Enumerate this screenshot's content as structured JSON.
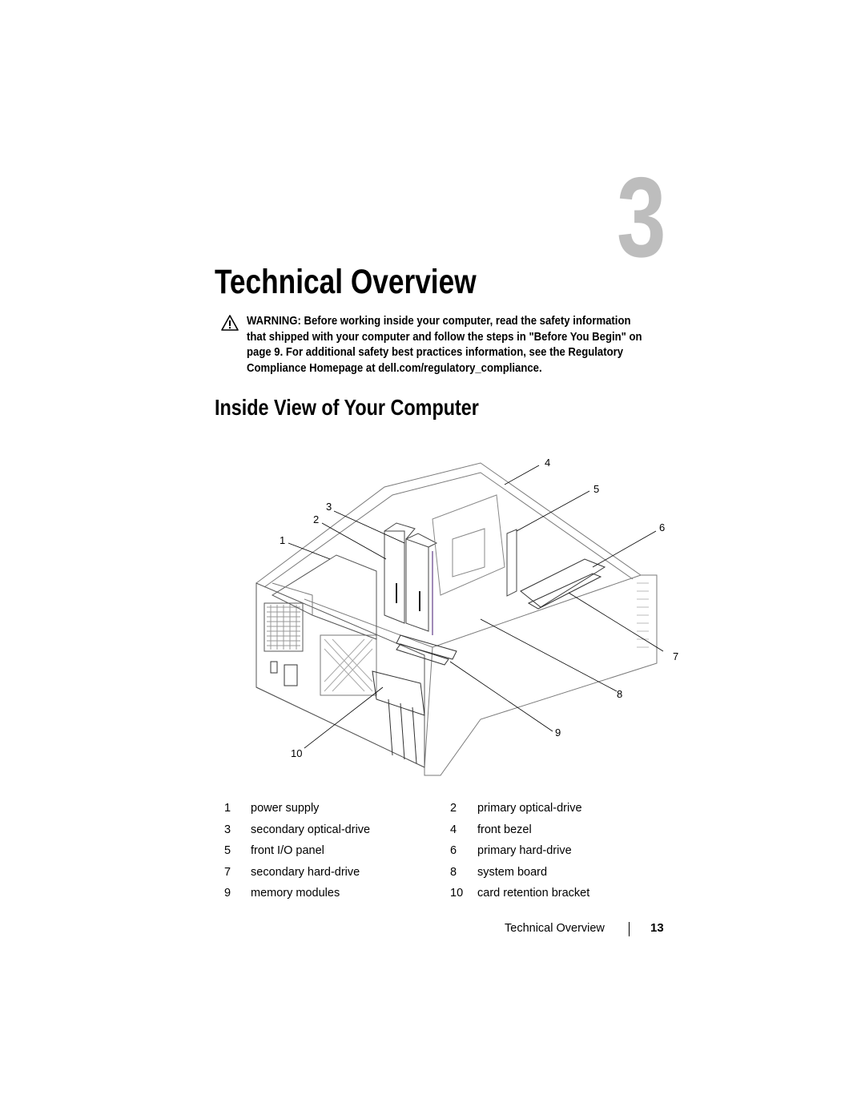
{
  "chapter": {
    "number": "3",
    "title": "Technical Overview"
  },
  "warning": {
    "icon": "warning-triangle-icon",
    "label": "WARNING:",
    "text": "Before working inside your computer, read the safety information that shipped with your computer and follow the steps in \"Before You Begin\" on page 9. For additional safety best practices information, see the Regulatory Compliance Homepage at dell.com/regulatory_compliance."
  },
  "section": {
    "title": "Inside View of Your Computer"
  },
  "figure": {
    "callouts": [
      "1",
      "2",
      "3",
      "4",
      "5",
      "6",
      "7",
      "8",
      "9",
      "10"
    ]
  },
  "legend": [
    {
      "num": "1",
      "label": "power supply"
    },
    {
      "num": "2",
      "label": "primary optical-drive"
    },
    {
      "num": "3",
      "label": "secondary optical-drive"
    },
    {
      "num": "4",
      "label": "front bezel"
    },
    {
      "num": "5",
      "label": "front I/O panel"
    },
    {
      "num": "6",
      "label": "primary hard-drive"
    },
    {
      "num": "7",
      "label": "secondary hard-drive"
    },
    {
      "num": "8",
      "label": "system board"
    },
    {
      "num": "9",
      "label": "memory modules"
    },
    {
      "num": "10",
      "label": "card retention bracket"
    }
  ],
  "footer": {
    "section_title": "Technical Overview",
    "page_number": "13"
  }
}
